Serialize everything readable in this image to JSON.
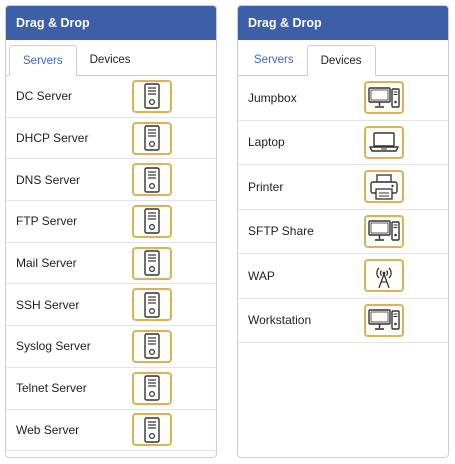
{
  "left_panel": {
    "title": "Drag & Drop",
    "tabs": [
      {
        "label": "Servers",
        "active": true
      },
      {
        "label": "Devices",
        "active": false
      }
    ],
    "items": [
      {
        "label": "DC Server",
        "icon": "server-icon"
      },
      {
        "label": "DHCP Server",
        "icon": "server-icon"
      },
      {
        "label": "DNS Server",
        "icon": "server-icon"
      },
      {
        "label": "FTP Server",
        "icon": "server-icon"
      },
      {
        "label": "Mail Server",
        "icon": "server-icon"
      },
      {
        "label": "SSH Server",
        "icon": "server-icon"
      },
      {
        "label": "Syslog Server",
        "icon": "server-icon"
      },
      {
        "label": "Telnet Server",
        "icon": "server-icon"
      },
      {
        "label": "Web Server",
        "icon": "server-icon"
      }
    ]
  },
  "right_panel": {
    "title": "Drag & Drop",
    "tabs": [
      {
        "label": "Servers",
        "active": false
      },
      {
        "label": "Devices",
        "active": true
      }
    ],
    "items": [
      {
        "label": "Jumpbox",
        "icon": "desktop-icon"
      },
      {
        "label": "Laptop",
        "icon": "laptop-icon"
      },
      {
        "label": "Printer",
        "icon": "printer-icon"
      },
      {
        "label": "SFTP Share",
        "icon": "desktop-icon"
      },
      {
        "label": "WAP",
        "icon": "wireless-ap-icon"
      },
      {
        "label": "Workstation",
        "icon": "desktop-icon"
      }
    ]
  },
  "colors": {
    "header_bg": "#3d5fa8",
    "header_text": "#ffffff",
    "active_tab_text": "#3d66c4",
    "icon_border": "#d9b25a"
  }
}
